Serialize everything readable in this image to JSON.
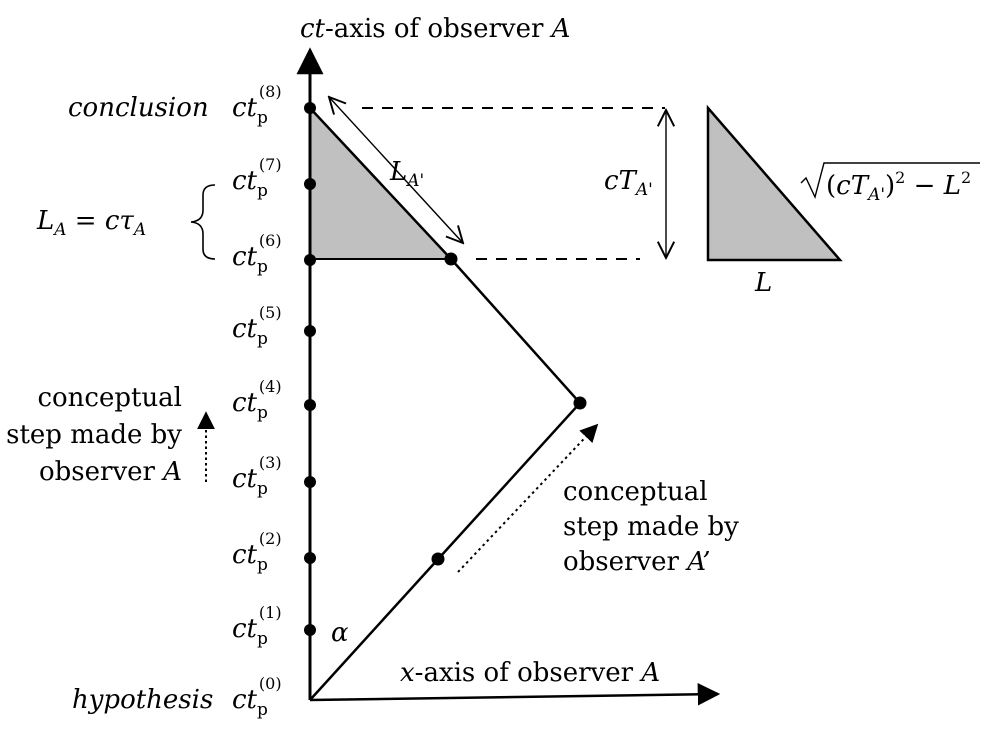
{
  "axes": {
    "ct_axis": {
      "var": "ct",
      "text": "-axis of observer ",
      "obs": "A"
    },
    "x_axis": {
      "var": "x",
      "text": "-axis of observer ",
      "obs": "A"
    }
  },
  "labels": {
    "conclusion": "conclusion",
    "hypothesis": "hypothesis",
    "angle": "α"
  },
  "tick_labels": [
    {
      "var": "ct",
      "sub": "p",
      "sup": "(0)"
    },
    {
      "var": "ct",
      "sub": "p",
      "sup": "(1)"
    },
    {
      "var": "ct",
      "sub": "p",
      "sup": "(2)"
    },
    {
      "var": "ct",
      "sub": "p",
      "sup": "(3)"
    },
    {
      "var": "ct",
      "sub": "p",
      "sup": "(4)"
    },
    {
      "var": "ct",
      "sub": "p",
      "sup": "(5)"
    },
    {
      "var": "ct",
      "sub": "p",
      "sup": "(6)"
    },
    {
      "var": "ct",
      "sub": "p",
      "sup": "(7)"
    },
    {
      "var": "ct",
      "sub": "p",
      "sup": "(8)"
    }
  ],
  "equation_LA": {
    "lhs": "L",
    "lhs_sub": "A",
    "eq": " = ",
    "rhs": "cτ",
    "rhs_sub": "A"
  },
  "segment_label": {
    "var": "L",
    "sub": "A'"
  },
  "step_A": [
    "conceptual",
    "step made by",
    "observer "
  ],
  "step_A_obs": "A",
  "step_A_prime": [
    "conceptual",
    "step made by",
    "observer "
  ],
  "step_A_prime_obs": "A’",
  "triangle": {
    "height_label": {
      "var": "cT",
      "sub": "A'"
    },
    "base_label": "L",
    "hyp_label": {
      "open": "(",
      "var": "cT",
      "sub": "A'",
      "close": ")",
      "sup": "2",
      "minus": " − ",
      "L": "L",
      "Lsup": "2"
    }
  },
  "colors": {
    "fill": "#c0c0c0",
    "stroke": "#000000"
  }
}
